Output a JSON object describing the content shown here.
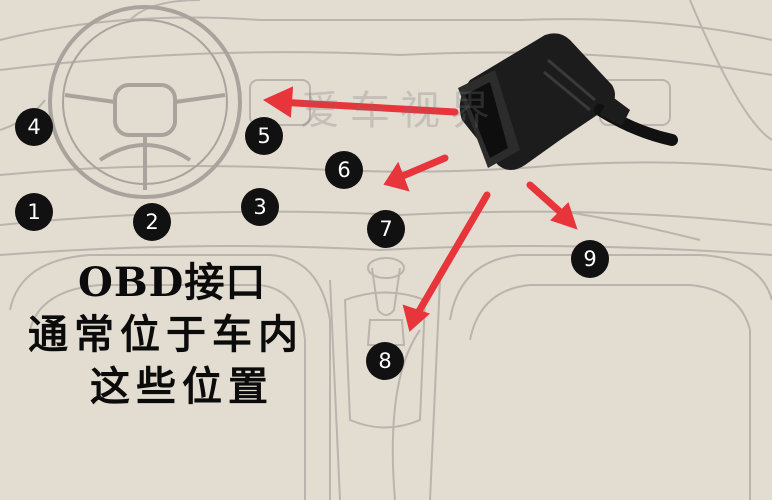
{
  "caption": {
    "line1": "OBD接口",
    "line2": "通常位于车内",
    "line3": "这些位置"
  },
  "watermark": "爱车视界",
  "markers": [
    "1",
    "2",
    "3",
    "4",
    "5",
    "6",
    "7",
    "8",
    "9"
  ],
  "colors": {
    "background": "#e9e3d9",
    "sketch": "#b9b4ad",
    "arrow": "#e8343b",
    "marker": "#111111",
    "connector": "#1c1c1c"
  }
}
